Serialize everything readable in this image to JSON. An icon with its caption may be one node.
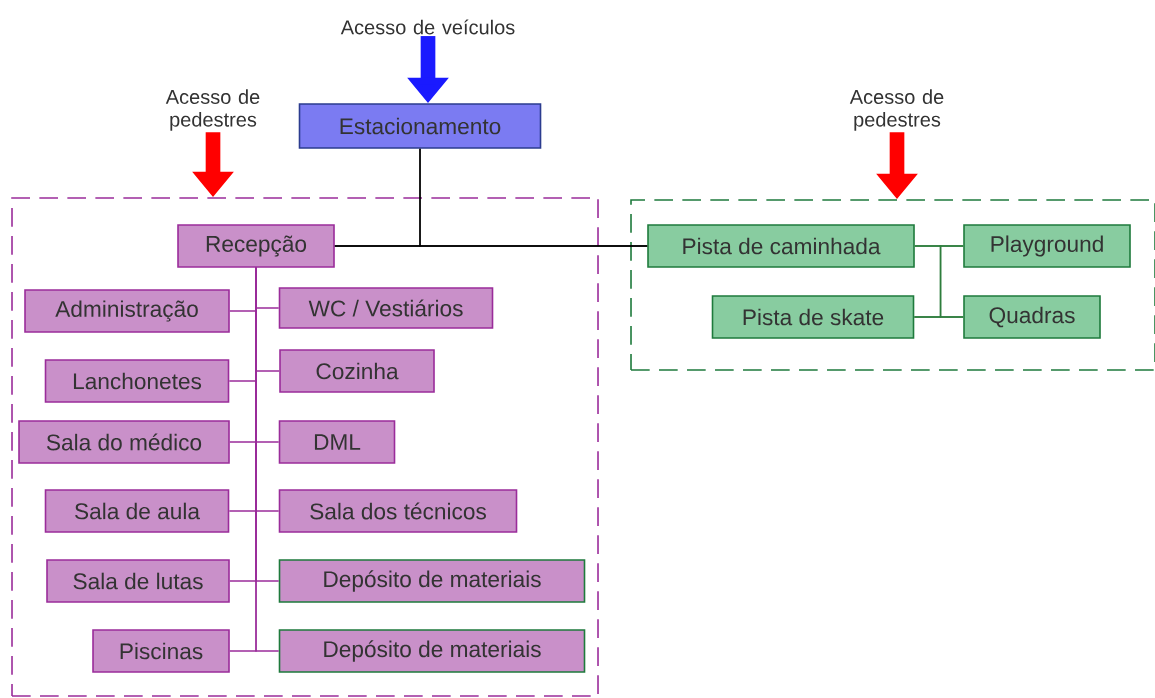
{
  "diagram": {
    "nodes": [
      {
        "text": [
          "Acesso de veículos"
        ]
      },
      {
        "text": [
          "Acesso de pedestres"
        ]
      },
      {
        "text": [
          "Acesso de pedestres"
        ]
      },
      {
        "text": [
          "Estacionamento"
        ]
      },
      {
        "text": [],
        "shape": "box"
      },
      {
        "text": [
          "Recepção"
        ],
        "in": 4
      },
      {
        "text": [
          "Administração"
        ],
        "in": 4
      },
      {
        "text": [
          "WC / Vestiários"
        ],
        "in": 4
      },
      {
        "text": [
          "Lanchonetes"
        ],
        "in": 4
      },
      {
        "text": [
          "Cozinha"
        ],
        "in": 4
      },
      {
        "text": [
          "Sala do médico"
        ],
        "in": 4
      },
      {
        "text": [
          "DML"
        ],
        "in": 4
      },
      {
        "text": [
          "Sala de aula"
        ],
        "in": 4
      },
      {
        "text": [
          "Sala dos técnicos"
        ],
        "in": 4
      },
      {
        "text": [
          "Sala de lutas"
        ],
        "in": 4
      },
      {
        "text": [
          "Depósito de materiais"
        ],
        "in": 4
      },
      {
        "text": [
          "Piscinas"
        ],
        "in": 4
      },
      {
        "text": [
          "Depósito de materiais"
        ],
        "in": 4
      },
      {
        "text": [],
        "shape": "box"
      },
      {
        "text": [
          "Pista de caminhada"
        ],
        "in": 18
      },
      {
        "text": [
          "Playground"
        ],
        "in": 18
      },
      {
        "text": [
          "Pista de skate"
        ],
        "in": 18
      },
      {
        "text": [
          "Quadras"
        ],
        "in": 18
      }
    ],
    "edges": [
      {
        "from": 0,
        "to": 3,
        "arrow": "to",
        "style": "thick",
        "color": "#1a1aff"
      },
      {
        "from": 1,
        "to": 4,
        "arrow": "to",
        "style": "thick",
        "color": "#ff0000"
      },
      {
        "from": 2,
        "to": 18,
        "arrow": "to",
        "style": "thick",
        "color": "#ff0000"
      },
      {
        "from": 3,
        "to": 5,
        "arrow": "none",
        "color": "#000000"
      },
      {
        "from": 3,
        "to": 19,
        "arrow": "none",
        "color": "#000000"
      },
      {
        "from": 5,
        "to": 19,
        "arrow": "none",
        "color": "#000000"
      },
      {
        "from": 5,
        "to": 6,
        "arrow": "none"
      },
      {
        "from": 5,
        "to": 7,
        "arrow": "none"
      },
      {
        "from": 5,
        "to": 8,
        "arrow": "none"
      },
      {
        "from": 5,
        "to": 9,
        "arrow": "none"
      },
      {
        "from": 5,
        "to": 10,
        "arrow": "none"
      },
      {
        "from": 5,
        "to": 11,
        "arrow": "none"
      },
      {
        "from": 5,
        "to": 12,
        "arrow": "none"
      },
      {
        "from": 5,
        "to": 13,
        "arrow": "none"
      },
      {
        "from": 5,
        "to": 14,
        "arrow": "none"
      },
      {
        "from": 5,
        "to": 15,
        "arrow": "none"
      },
      {
        "from": 5,
        "to": 16,
        "arrow": "none"
      },
      {
        "from": 5,
        "to": 17,
        "arrow": "none"
      },
      {
        "from": 19,
        "to": 20,
        "arrow": "none",
        "color": "#2e7d3c"
      },
      {
        "from": 19,
        "to": 22,
        "arrow": "none",
        "color": "#2e7d3c"
      },
      {
        "from": 21,
        "to": 20,
        "arrow": "none",
        "color": "#2e7d3c"
      },
      {
        "from": 21,
        "to": 22,
        "arrow": "none",
        "color": "#2e7d3c"
      }
    ]
  }
}
